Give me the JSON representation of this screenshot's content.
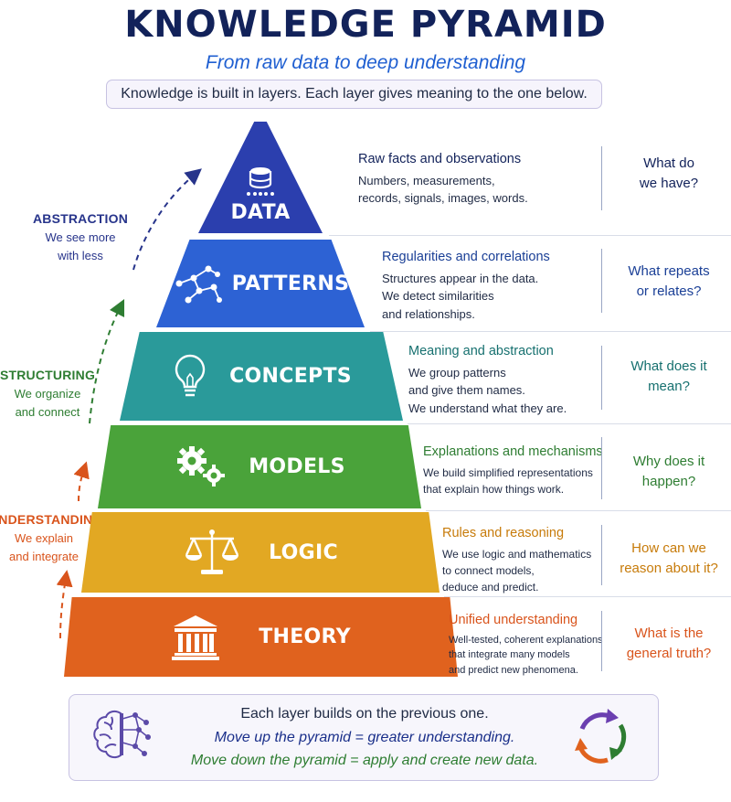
{
  "header": {
    "title": "KNOWLEDGE PYRAMID",
    "subtitle": "From raw data to deep understanding",
    "intro": "Knowledge is built in layers.  Each layer gives meaning to the one below."
  },
  "colors": {
    "data": "#2b3fae",
    "patterns": "#2d62d4",
    "concepts": "#2a9a9a",
    "models": "#4aa33a",
    "logic": "#e2a823",
    "theory": "#e0621e"
  },
  "layers": [
    {
      "name": "DATA",
      "icon": "database-icon",
      "desc_head": "Raw facts and observations",
      "desc_lines": [
        "Numbers, measurements,",
        "records, signals, images, words."
      ],
      "question": [
        "What do",
        "we have?"
      ]
    },
    {
      "name": "PATTERNS",
      "icon": "network-icon",
      "desc_head": "Regularities and correlations",
      "desc_lines": [
        "Structures appear in the data.",
        "We detect similarities",
        "and relationships."
      ],
      "question": [
        "What repeats",
        "or relates?"
      ]
    },
    {
      "name": "CONCEPTS",
      "icon": "lightbulb-icon",
      "desc_head": "Meaning and abstraction",
      "desc_lines": [
        "We group patterns",
        "and give them names.",
        "We understand what they are."
      ],
      "question": [
        "What does it",
        "mean?"
      ]
    },
    {
      "name": "MODELS",
      "icon": "gears-icon",
      "desc_head": "Explanations and mechanisms",
      "desc_lines": [
        "We build simplified representations",
        "that explain how things work."
      ],
      "question": [
        "Why does it",
        "happen?"
      ]
    },
    {
      "name": "LOGIC",
      "icon": "scales-icon",
      "desc_head": "Rules and reasoning",
      "desc_lines": [
        "We use logic and mathematics",
        "to connect models,",
        "deduce and predict."
      ],
      "question": [
        "How can we",
        "reason about it?"
      ]
    },
    {
      "name": "THEORY",
      "icon": "temple-icon",
      "desc_head": "Unified understanding",
      "desc_lines": [
        "Well-tested, coherent explanations",
        "that integrate many models",
        "and predict new phenomena."
      ],
      "question": [
        "What is the",
        "general truth?"
      ]
    }
  ],
  "side_labels": [
    {
      "head": "ABSTRACTION",
      "lines": [
        "We see more",
        "with less"
      ]
    },
    {
      "head": "STRUCTURING",
      "lines": [
        "We organize",
        "and connect"
      ]
    },
    {
      "head": "UNDERSTANDING",
      "lines": [
        "We explain",
        "and integrate"
      ]
    }
  ],
  "footer": {
    "line1": "Each layer builds on the previous one.",
    "line2": "Move up the pyramid = greater understanding.",
    "line3": "Move down the pyramid = apply and create new data."
  }
}
